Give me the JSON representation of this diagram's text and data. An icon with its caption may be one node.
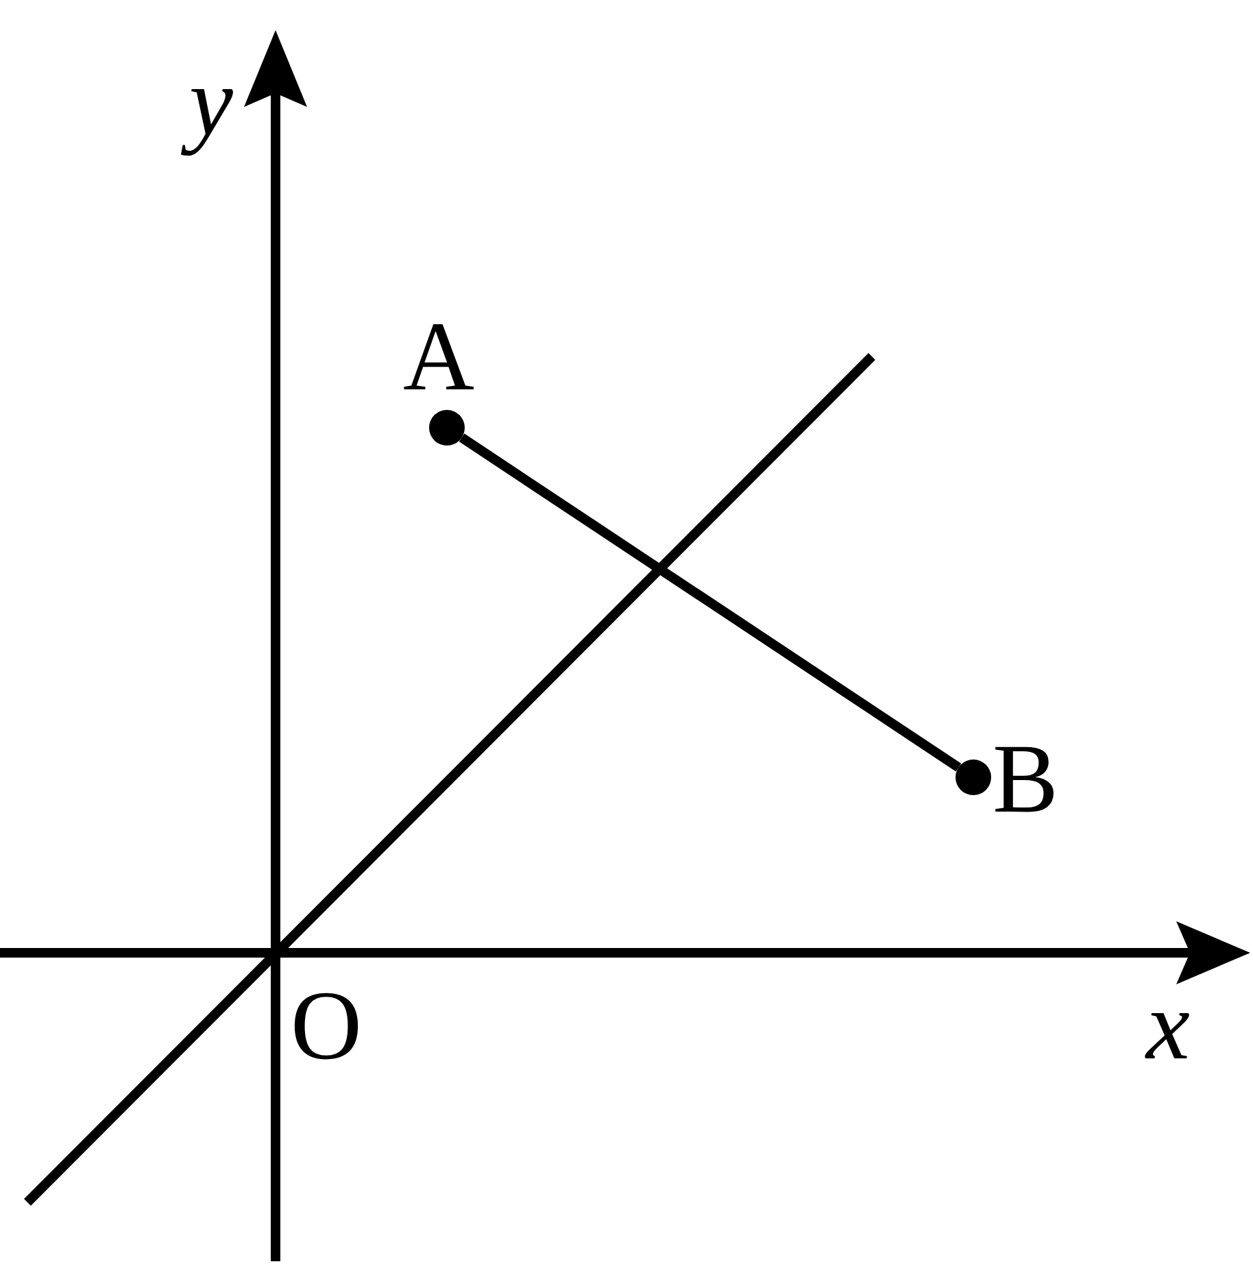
{
  "diagram": {
    "nodes": [
      {
        "text": [],
        "shape": "circle",
        "beside": [
          "A"
        ]
      },
      {
        "text": [],
        "shape": "circle",
        "beside": [
          "B"
        ]
      }
    ],
    "edges": [
      {
        "from": 0,
        "to": 1,
        "arrow": "none"
      }
    ],
    "labels": [
      "y",
      "x",
      "O"
    ]
  }
}
